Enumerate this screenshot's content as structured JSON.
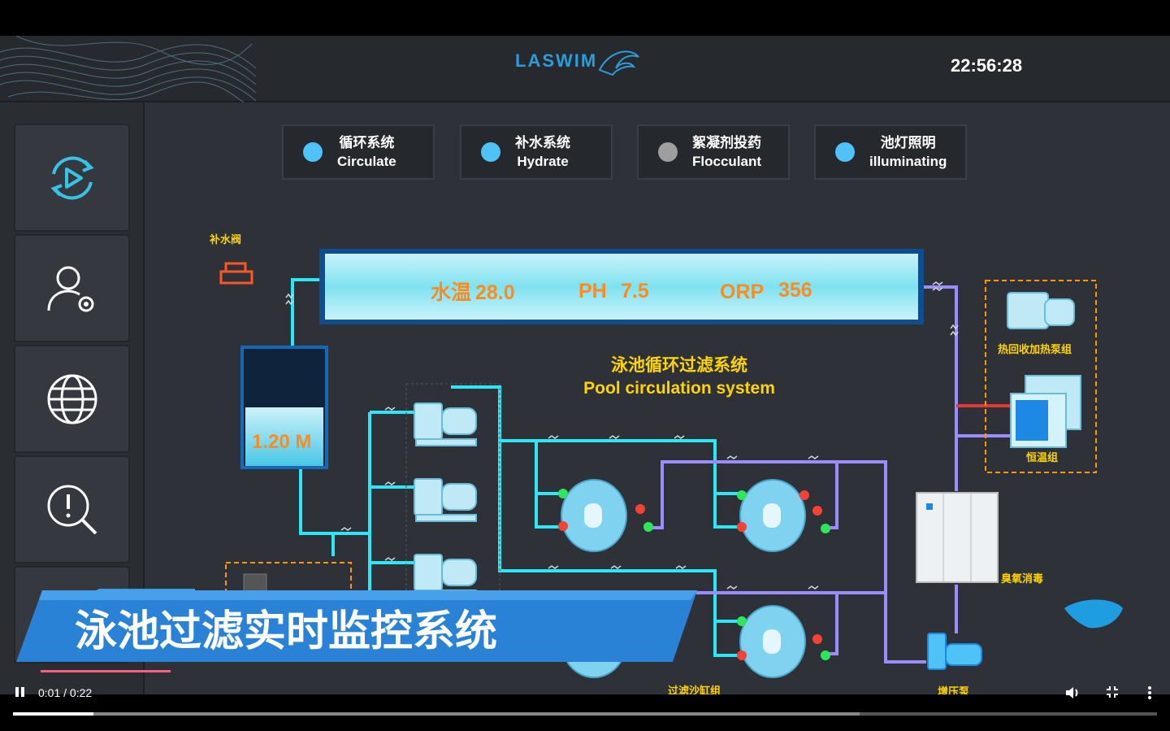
{
  "header": {
    "logo": "LASWIM",
    "clock": "22:56:28"
  },
  "sidebar": {
    "items": [
      {
        "name": "circulation-refresh",
        "icon": "refresh-play-icon"
      },
      {
        "name": "user-settings",
        "icon": "user-gear-icon"
      },
      {
        "name": "network",
        "icon": "globe-icon"
      },
      {
        "name": "diagnostics",
        "icon": "search-alert-icon"
      }
    ]
  },
  "status_buttons": [
    {
      "cn": "循环系统",
      "en": "Circulate",
      "color": "#4fc3f7"
    },
    {
      "cn": "补水系统",
      "en": "Hydrate",
      "color": "#4fc3f7"
    },
    {
      "cn": "絮凝剂投药",
      "en": "Flocculant",
      "color": "#9e9e9e"
    },
    {
      "cn": "池灯照明",
      "en": "illuminating",
      "color": "#4fc3f7"
    }
  ],
  "pool": {
    "temp_label": "水温",
    "temp_value": "28.0",
    "ph_label": "PH",
    "ph_value": "7.5",
    "orp_label": "ORP",
    "orp_value": "356"
  },
  "tank": {
    "level": "1.20 M",
    "fill_fraction": 0.5
  },
  "system_title": {
    "cn": "泳池循环过滤系统",
    "en": "Pool circulation system"
  },
  "labels": {
    "makeup_valve": "补水阀",
    "heat_recovery": "热回收加热泵组",
    "constant_temp": "恒温组",
    "ozone": "臭氧消毒",
    "booster_pump": "增压泵",
    "sand_filter": "过滤沙缸组"
  },
  "overlay_title": "泳池过滤实时监控系统",
  "player": {
    "time": "0:01 / 0:22",
    "play_fraction": 0.07,
    "buffer_fraction": 0.74
  },
  "colors": {
    "cyan": "#2ee6f5",
    "purple": "#9b8cff",
    "accent": "#2d9cd9",
    "yellow": "#ffd400",
    "orange": "#ff8a1e"
  }
}
